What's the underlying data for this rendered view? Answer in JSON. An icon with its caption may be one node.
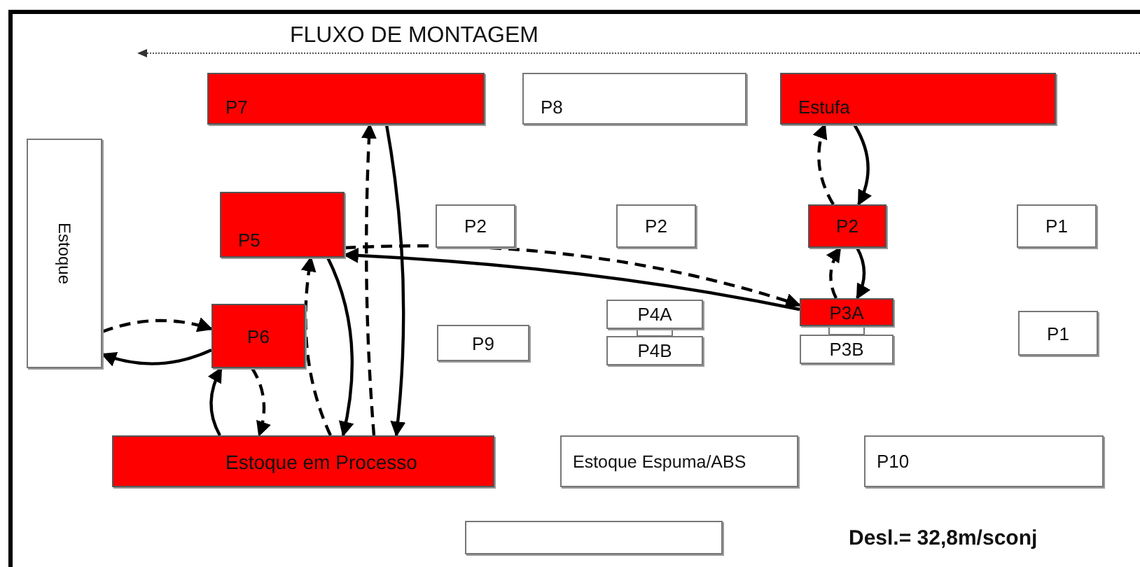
{
  "diagram": {
    "title": "FLUXO DE MONTAGEM",
    "nodes": [
      {
        "text": [
          "P7"
        ]
      },
      {
        "text": [
          "P8"
        ]
      },
      {
        "text": [
          "Estufa"
        ]
      },
      {
        "text": [
          "Estoque"
        ]
      },
      {
        "text": [
          "P5"
        ]
      },
      {
        "text": [
          "P2"
        ]
      },
      {
        "text": [
          "P2"
        ]
      },
      {
        "text": [
          "P2"
        ]
      },
      {
        "text": [
          "P1"
        ]
      },
      {
        "text": [
          "P4A"
        ]
      },
      {
        "text": [
          "P3A"
        ]
      },
      {
        "text": [
          "P6"
        ]
      },
      {
        "text": [
          "P9"
        ]
      },
      {
        "text": [
          "P4B"
        ]
      },
      {
        "text": [
          "P3B"
        ]
      },
      {
        "text": [
          "P1"
        ]
      },
      {
        "text": [
          "Estoque em Processo"
        ]
      },
      {
        "text": [
          "Estoque Espuma/ABS"
        ]
      },
      {
        "text": [
          "P10"
        ]
      },
      {
        "text": [],
        "shape": "box"
      }
    ],
    "edges": [
      {
        "from": 3,
        "to": 11,
        "arrow": "to",
        "style": "dashed"
      },
      {
        "from": 11,
        "to": 3,
        "arrow": "to"
      },
      {
        "from": 16,
        "to": 11,
        "arrow": "to"
      },
      {
        "from": 11,
        "to": 16,
        "arrow": "to",
        "style": "dashed"
      },
      {
        "from": 16,
        "to": 4,
        "arrow": "to",
        "style": "dashed"
      },
      {
        "from": 4,
        "to": 16,
        "arrow": "to"
      },
      {
        "from": 16,
        "to": 0,
        "arrow": "to",
        "style": "dashed"
      },
      {
        "from": 0,
        "to": 16,
        "arrow": "to"
      },
      {
        "from": 4,
        "to": 10,
        "arrow": "to",
        "style": "dashed"
      },
      {
        "from": 10,
        "to": 4,
        "arrow": "to"
      },
      {
        "from": 7,
        "to": 2,
        "arrow": "to",
        "style": "dashed"
      },
      {
        "from": 2,
        "to": 7,
        "arrow": "to"
      },
      {
        "from": 10,
        "to": 7,
        "arrow": "to",
        "style": "dashed"
      },
      {
        "from": 7,
        "to": 10,
        "arrow": "to"
      }
    ],
    "labels": [
      "Desl.= 32,8m/sconj"
    ]
  }
}
